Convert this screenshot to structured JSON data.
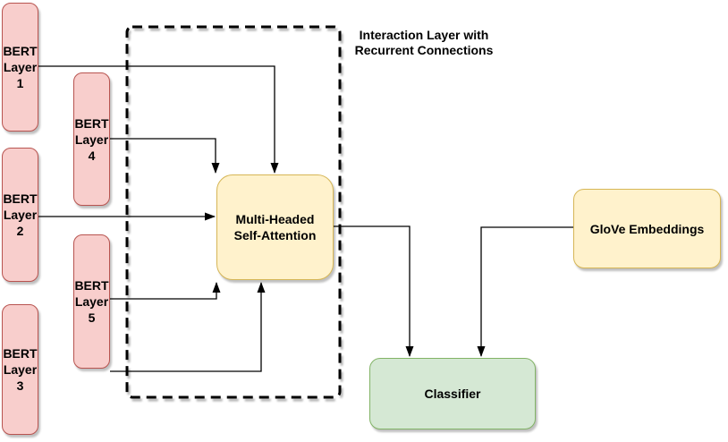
{
  "diagram": {
    "interaction_label": "Interaction Layer with\nRecurrent Connections",
    "nodes": {
      "bert1": {
        "label": "BERT\nLayer\n1"
      },
      "bert2": {
        "label": "BERT\nLayer\n2"
      },
      "bert3": {
        "label": "BERT\nLayer\n3"
      },
      "bert4": {
        "label": "BERT\nLayer\n4"
      },
      "bert5": {
        "label": "BERT\nLayer\n5"
      },
      "attention": {
        "label": "Multi-Headed\nSelf-Attention"
      },
      "glove": {
        "label": "GloVe Embeddings"
      },
      "classifier": {
        "label": "Classifier"
      }
    },
    "edges": [
      {
        "from": "bert-layer-1",
        "to": "multi-headed-self-attention"
      },
      {
        "from": "bert-layer-4",
        "to": "multi-headed-self-attention"
      },
      {
        "from": "bert-layer-2",
        "to": "multi-headed-self-attention"
      },
      {
        "from": "bert-layer-5",
        "to": "multi-headed-self-attention"
      },
      {
        "from": "bert-layer-3",
        "to": "multi-headed-self-attention"
      },
      {
        "from": "multi-headed-self-attention",
        "to": "classifier"
      },
      {
        "from": "glove-embeddings",
        "to": "classifier"
      }
    ],
    "colors": {
      "bert_fill": "#F8CECC",
      "bert_border": "#B85450",
      "attention_fill": "#FFF2CC",
      "attention_border": "#D6B656",
      "classifier_fill": "#D5E8D4",
      "classifier_border": "#82B366",
      "line": "#000000",
      "background": "#FFFFFF"
    }
  }
}
